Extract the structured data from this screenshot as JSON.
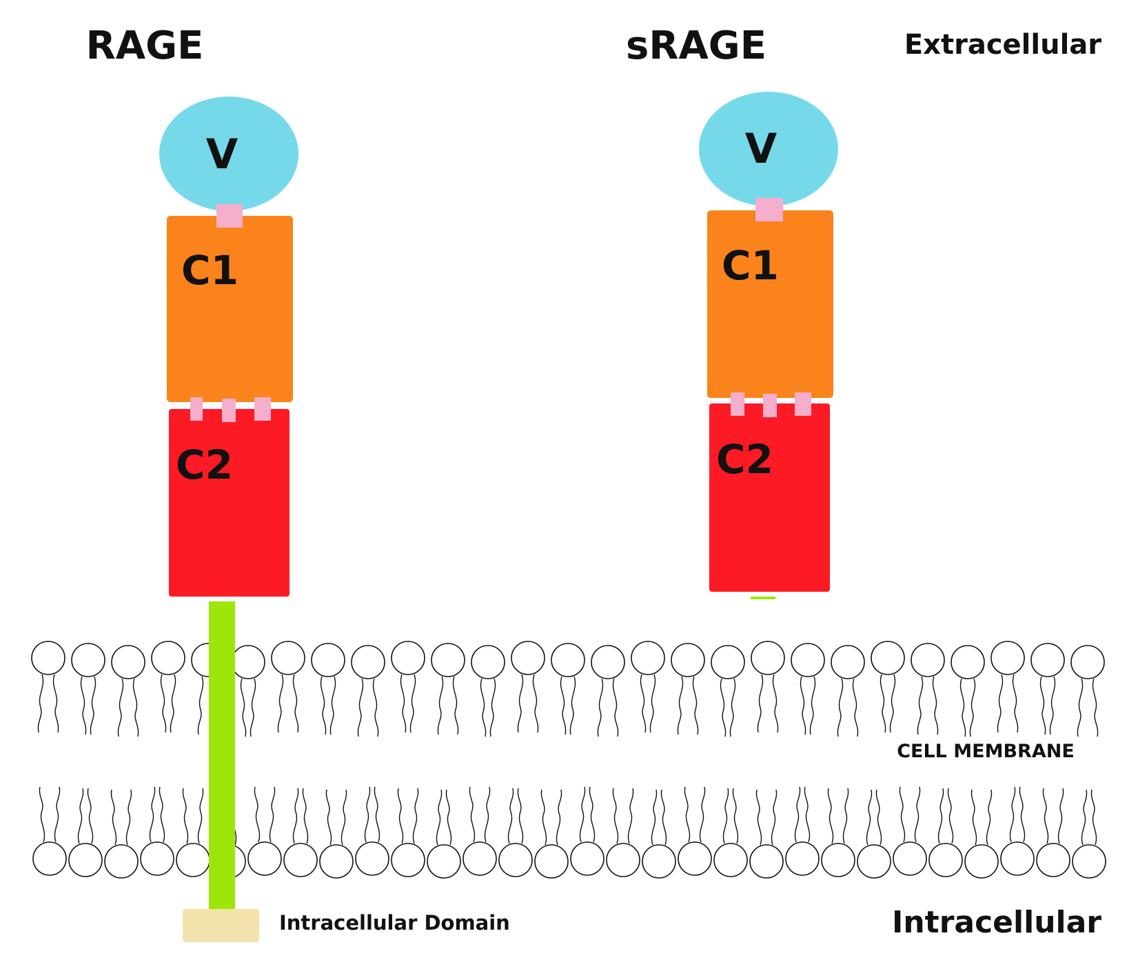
{
  "labels": {
    "rage": "RAGE",
    "srage": "sRAGE",
    "extracellular": "Extracellular",
    "intracellular": "Intracellular",
    "cell_membrane": "CELL MEMBRANE",
    "intracellular_domain": "Intracellular Domain"
  },
  "domains": {
    "v": "V",
    "c1": "C1",
    "c2": "C2"
  },
  "colors": {
    "v_domain": "#76d9ea",
    "c1_domain": "#fb831c",
    "c2_domain": "#fc1a24",
    "linker": "#f5aecb",
    "transmembrane": "#9de60a",
    "intracellular_domain": "#f3e2ac",
    "membrane_line": "#111111",
    "background": "#ffffff"
  }
}
